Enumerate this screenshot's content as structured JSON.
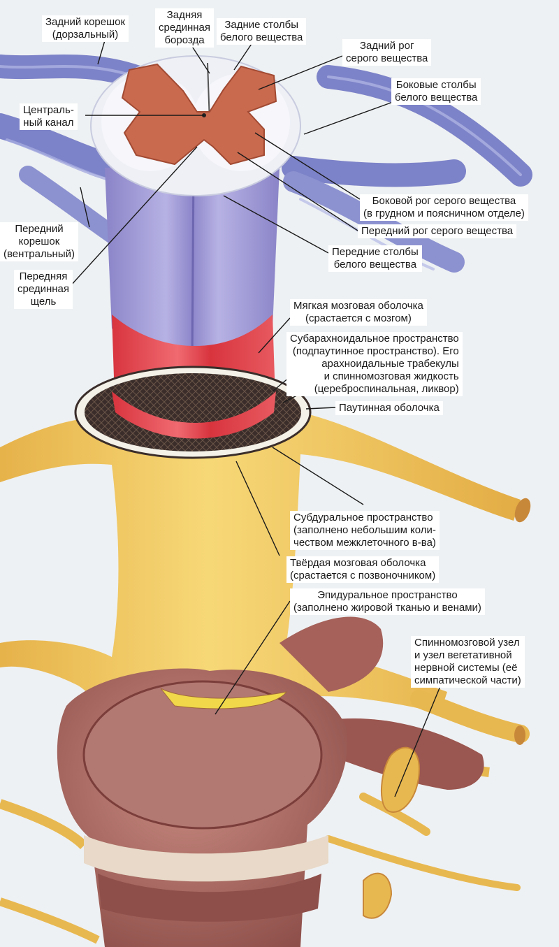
{
  "colors": {
    "background": "#eef1f3",
    "nerve_root": "#7d83c8",
    "white_matter": "#eef0f6",
    "gray_matter": "#c96a4e",
    "cord_column": "#9a93d2",
    "pia_mater": "#e5404a",
    "arachnoid": "#3a2d2a",
    "dura_mater": "#f0c95c",
    "vertebra": "#b9726c",
    "leader_line": "#1a1a1a"
  },
  "labels": {
    "posterior_root": "Задний корешок\n(дорзальный)",
    "posterior_median_sulcus": "Задняя\nсрединная\nборозда",
    "posterior_columns": "Задние столбы\nбелого вещества",
    "posterior_horn": "Задний рог\nсерого вещества",
    "lateral_columns": "Боковые столбы\nбелого вещества",
    "central_canal": "Централь-\nный канал",
    "lateral_horn": "Боковой рог серого вещества\n(в грудном и поясничном отделе)",
    "anterior_horn": "Передний рог серого вещества",
    "anterior_root": "Передний\nкорешок\n(вентральный)",
    "anterior_columns": "Передние столбы\nбелого вещества",
    "anterior_median_fissure": "Передняя\nсрединная\nщель",
    "pia_mater": "Мягкая мозговая оболочка\n(срастается с мозгом)",
    "subarachnoid_space": "Субарахноидальное пространство\n(подпаутинное пространство). Его\nарахноидальные трабекулы\nи спинномозговая жидкость\n(цереброспинальная, ликвор)",
    "arachnoid": "Паутинная оболочка",
    "subdural_space": "Субдуральное пространство\n(заполнено небольшим коли-\nчеством межклеточного в-ва)",
    "dura_mater": "Твёрдая мозговая оболочка\n(срастается с позвоночником)",
    "epidural_space": "Эпидуральное пространство\n(заполнено жировой тканью и венами)",
    "spinal_ganglion": "Спинномозговой узел\nи узел вегетативной\nнервной системы (её\nсимпатической части)"
  }
}
